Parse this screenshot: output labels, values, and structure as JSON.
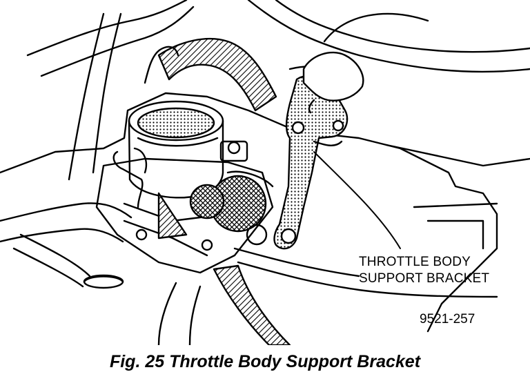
{
  "diagram": {
    "callout": {
      "line1": "THROTTLE BODY",
      "line2": "SUPPORT BRACKET"
    },
    "reference_code": "9521-257",
    "caption": "Fig. 25 Throttle Body Support Bracket"
  },
  "colors": {
    "ink": "#000000",
    "paper": "#ffffff"
  }
}
